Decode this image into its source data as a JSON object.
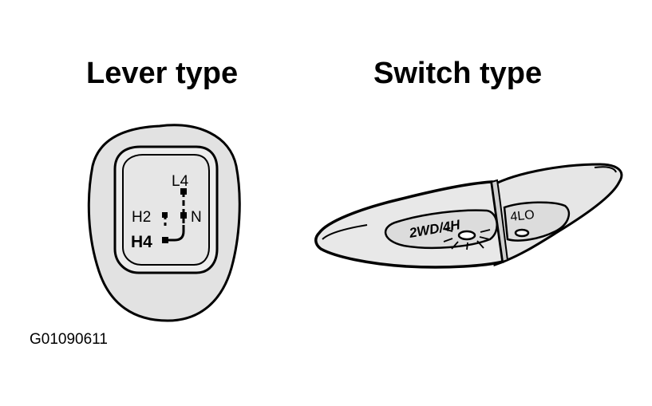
{
  "headings": {
    "lever": "Lever type",
    "switch": "Switch type"
  },
  "lever_knob": {
    "positions": {
      "l4": "L4",
      "h2": "H2",
      "n": "N",
      "h4": "H4"
    }
  },
  "switch_unit": {
    "labels": {
      "two_wd_4hi": "2WD/4H",
      "four_lo": "4LO"
    }
  },
  "figure_code": "G01090611"
}
